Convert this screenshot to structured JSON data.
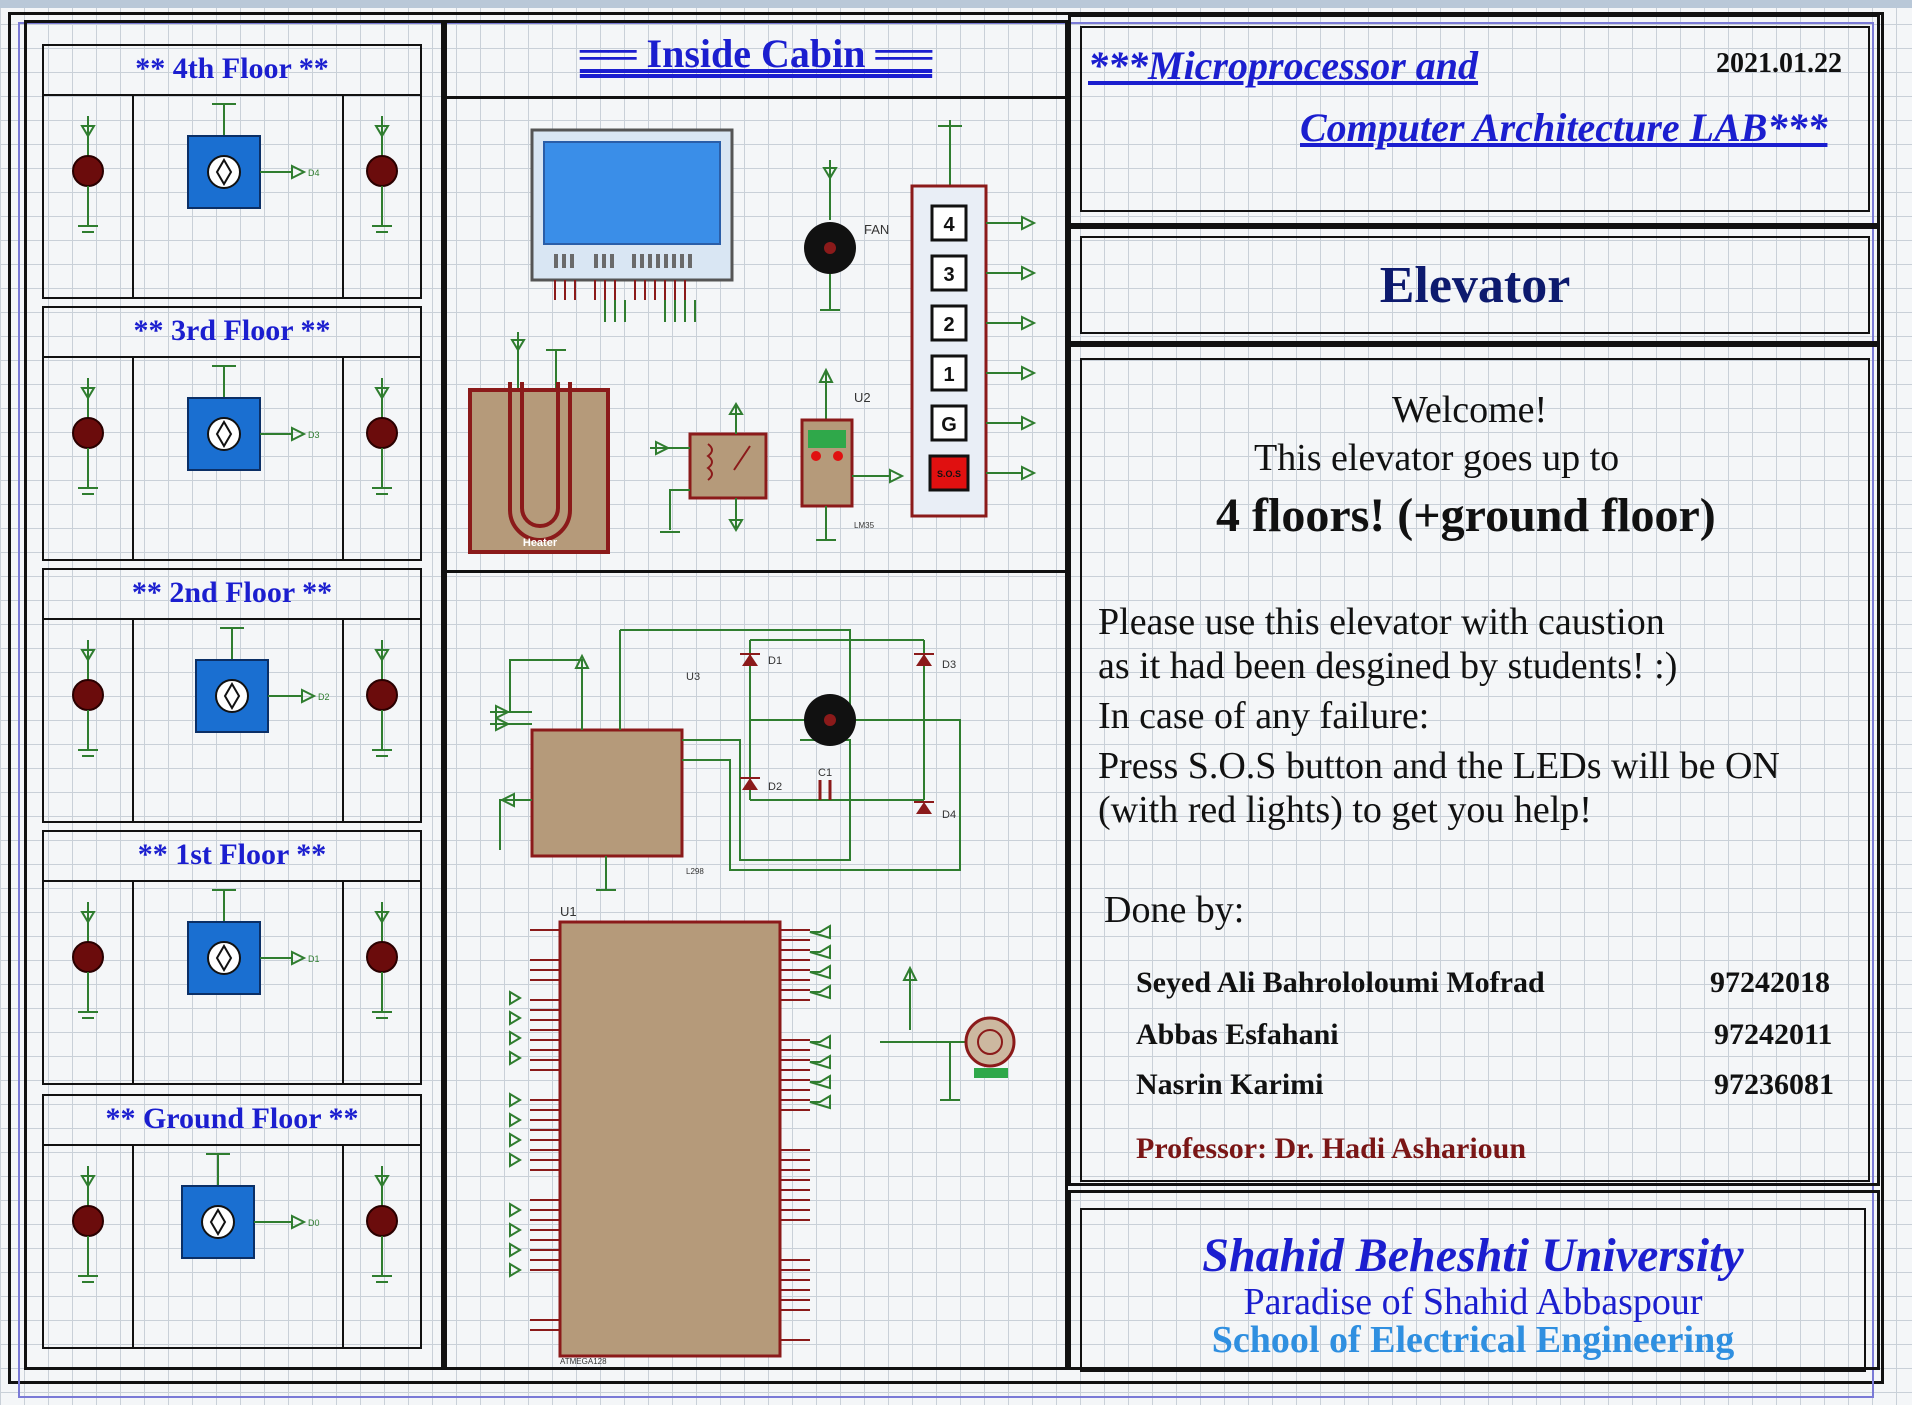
{
  "colors": {
    "frame": "#111111",
    "title_blue": "#1b1ecf",
    "wire_green": "#2f7d2f",
    "component_red": "#8b1a1a",
    "lcd_blue": "#3a8ee8",
    "indicator_blue": "#1a6fd1",
    "professor_red": "#7a1616"
  },
  "floors": {
    "f4": {
      "title": "** 4th Floor **",
      "out": "D4"
    },
    "f3": {
      "title": "** 3rd Floor **",
      "out": "D3"
    },
    "f2": {
      "title": "** 2nd Floor **",
      "out": "D2"
    },
    "f1": {
      "title": "** 1st Floor **",
      "out": "D1"
    },
    "f0": {
      "title": "** Ground Floor **",
      "out": "D0"
    }
  },
  "cabin": {
    "title": "Inside Cabin",
    "buttons": [
      "4",
      "3",
      "2",
      "1",
      "G",
      "S.O.S"
    ],
    "fan_label": "FAN",
    "heater_label": "Heater",
    "sensor_label": "U2",
    "sensor_part": "LM35",
    "driver_label": "U3",
    "driver_part": "L298",
    "cap_label": "C1",
    "mcu_label": "U1",
    "mcu_part": "ATMEGA128",
    "diodes": [
      "D1",
      "D2",
      "D3",
      "D4"
    ]
  },
  "header": {
    "lab_line1": "***Microprocessor and",
    "lab_line2": "Computer Architecture LAB***",
    "date": "2021.01.22"
  },
  "project_title": "Elevator",
  "info": {
    "welcome": "Welcome!",
    "line2": "This elevator goes up to",
    "line3": "4 floors! (+ground floor)",
    "line4": "Please use this elevator with caustion",
    "line5": "as it had been desgined by students! :)",
    "line6": "In case of any failure:",
    "line7": "Press S.O.S button and the LEDs will be ON",
    "line8": "(with red lights) to get you help!",
    "done_by": "Done by:"
  },
  "team": [
    {
      "name": "Seyed Ali Bahrololoumi Mofrad",
      "id": "97242018"
    },
    {
      "name": "Abbas Esfahani",
      "id": "97242011"
    },
    {
      "name": "Nasrin Karimi",
      "id": "97236081"
    }
  ],
  "professor": "Professor: Dr. Hadi Asharioun",
  "university": {
    "name": "Shahid Beheshti University",
    "motto": "Paradise of Shahid Abbaspour",
    "school": "School of Electrical Engineering"
  }
}
